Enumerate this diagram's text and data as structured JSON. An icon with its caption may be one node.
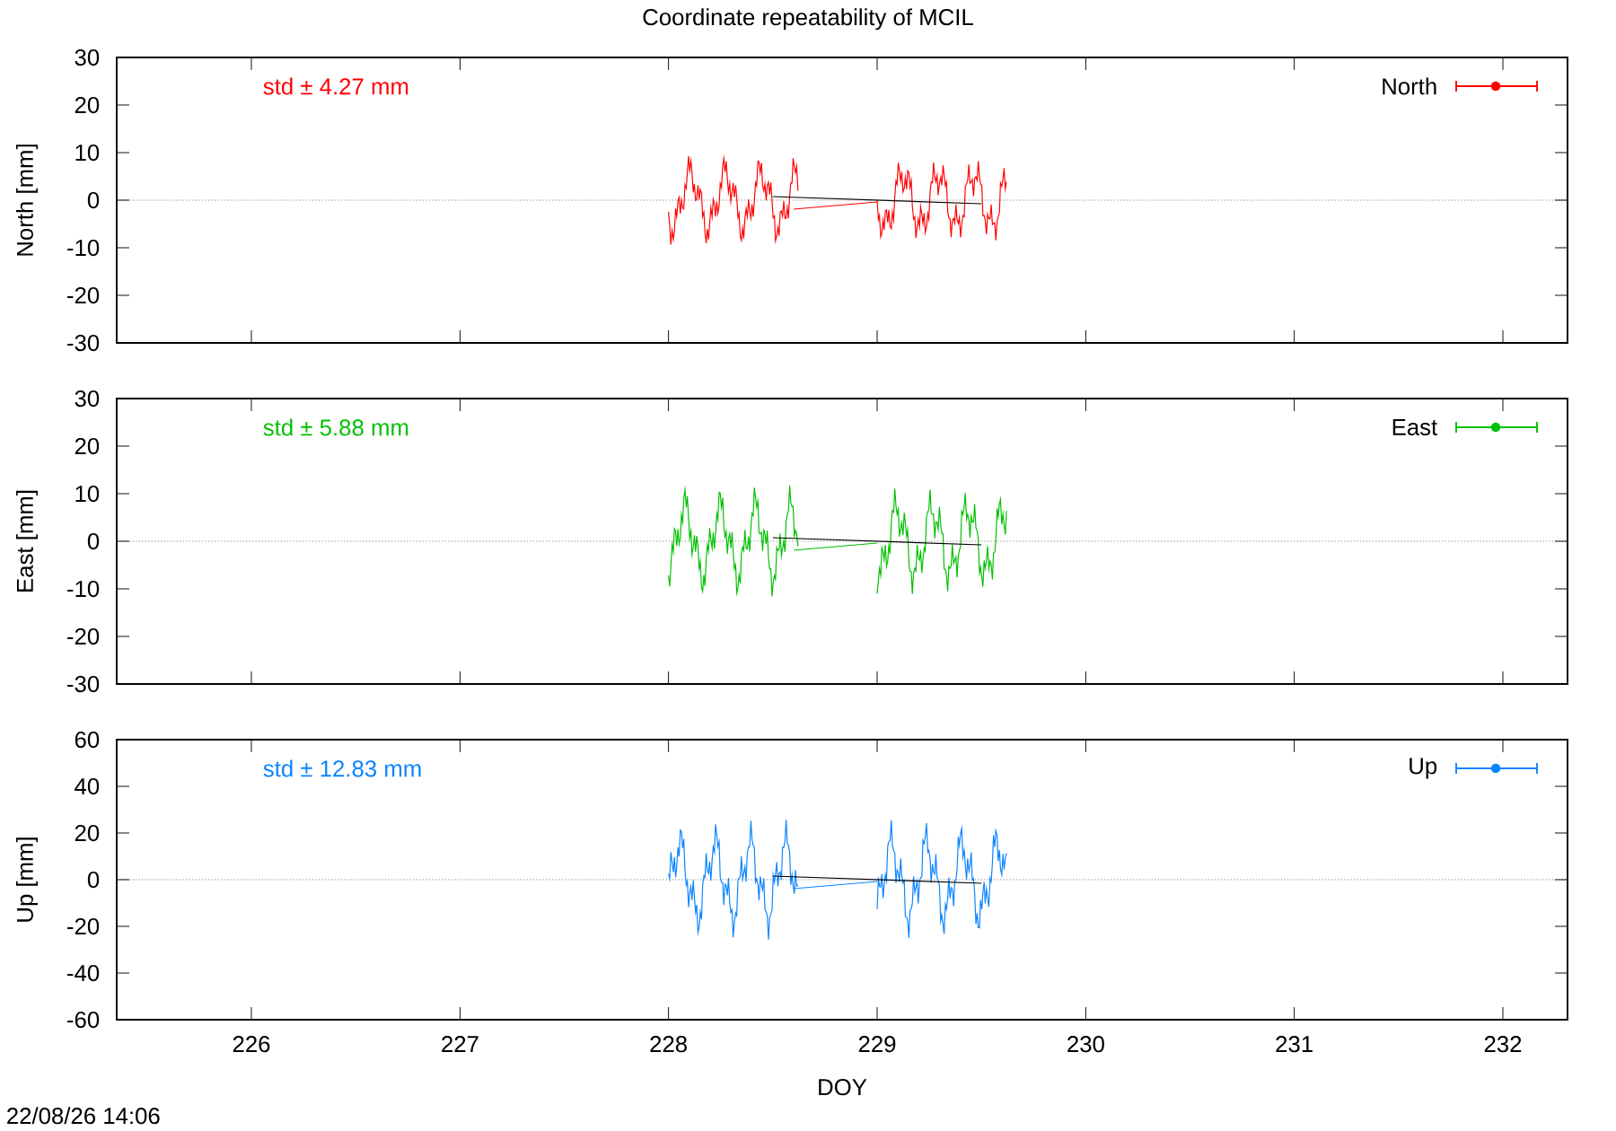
{
  "diagram": {
    "title": "Coordinate repeatability of MCIL",
    "labels": [
      "std ± 4.27 mm",
      "30",
      "20",
      "10",
      "0",
      "-10",
      "-20",
      "-30",
      "North [mm]",
      "std ± 5.88 mm",
      "30",
      "20",
      "10",
      "0",
      "-10",
      "-20",
      "-30",
      "East [mm]",
      "std ± 12.83 mm",
      "60",
      "40",
      "20",
      "0",
      "-20",
      "-40",
      "-60",
      "Up [mm]",
      "226",
      "227",
      "228",
      "229",
      "230",
      "231",
      "232",
      "DOY",
      "22/08/26 14:06"
    ],
    "legend": [
      {
        "text": "North"
      },
      {
        "text": "East"
      },
      {
        "text": "Up"
      }
    ]
  }
}
